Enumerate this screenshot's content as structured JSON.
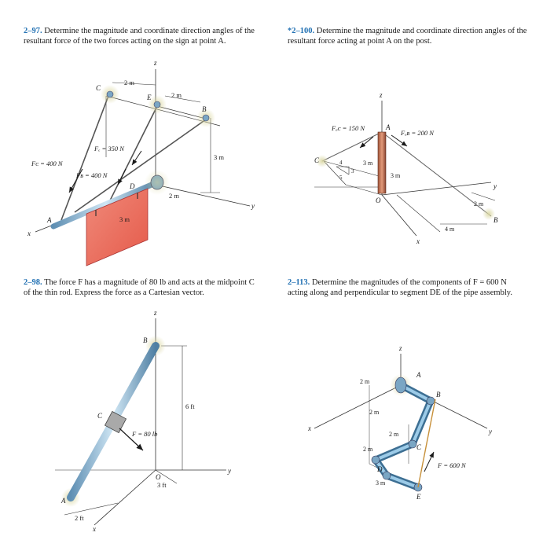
{
  "problems": [
    {
      "number": "2–97.",
      "text": "Determine the magnitude and coordinate direction angles of the resultant force of the two forces acting on the sign at point A."
    },
    {
      "number": "*2–100.",
      "text": "Determine the magnitude and coordinate direction angles of the resultant force acting at point A on the post."
    },
    {
      "number": "2–98.",
      "text": "The force F has a magnitude of 80 lb and acts at the midpoint C of the thin rod. Express the force as a Cartesian vector."
    },
    {
      "number": "2–113.",
      "text": "Determine the magnitudes of the components of F = 600 N acting along and perpendicular to segment DE of the pipe assembly."
    }
  ],
  "fig97": {
    "z": "z",
    "x": "x",
    "y": "y",
    "C": "C",
    "E": "E",
    "B": "B",
    "A": "A",
    "D": "D",
    "dim_top1": "2 m",
    "dim_top2": "2 m",
    "dim_vert": "3 m",
    "dim_base": "2 m",
    "dim_sign": "3 m",
    "FE": "Fₑ = 350 N",
    "FC": "Fᴄ = 400 N",
    "FB": "Fʙ = 400 N"
  },
  "fig100": {
    "z": "z",
    "x": "x",
    "y": "y",
    "A": "A",
    "B": "B",
    "C": "C",
    "O": "O",
    "FAC": "Fₐᴄ = 150 N",
    "FAB": "Fₐʙ = 200 N",
    "d3m_a": "3 m",
    "d3m_b": "3 m",
    "d2m": "2 m",
    "d4m": "4 m",
    "r4": "4",
    "r3": "3",
    "r5": "5"
  },
  "fig98": {
    "z": "z",
    "x": "x",
    "y": "y",
    "A": "A",
    "B": "B",
    "C": "C",
    "O": "O",
    "F": "F = 80 lb",
    "d6ft": "6 ft",
    "d3ft": "3 ft",
    "d2ft": "2 ft"
  },
  "fig113": {
    "z": "z",
    "x": "x",
    "y": "y",
    "A": "A",
    "B": "B",
    "C": "C",
    "D": "D",
    "E": "E",
    "d2m_a": "2 m",
    "d2m_b": "2 m",
    "d2m_c": "2 m",
    "d2m_d": "2 m",
    "d3m": "3 m",
    "F": "F = 600 N"
  }
}
